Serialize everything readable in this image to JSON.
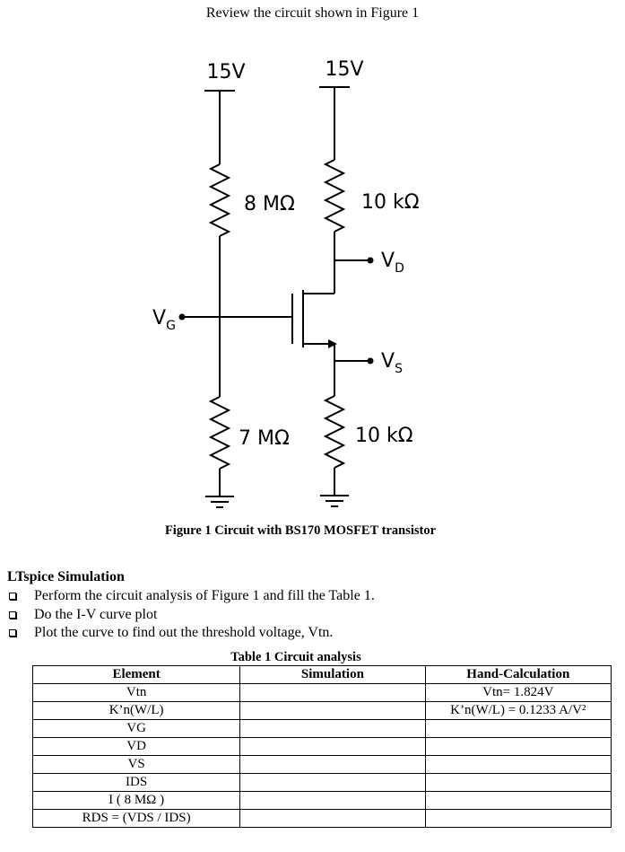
{
  "intro": "Review the circuit shown in Figure 1",
  "circuit": {
    "supply_left": "15V",
    "supply_right": "15V",
    "r1": "8 MΩ",
    "r2": "7 MΩ",
    "rd": "10 kΩ",
    "rs": "10 kΩ",
    "vg_main": "V",
    "vg_sub": "G",
    "vd_main": "V",
    "vd_sub": "D",
    "vs_main": "V",
    "vs_sub": "S"
  },
  "figure_caption": "Figure 1 Circuit with BS170 MOSFET transistor",
  "section_title": "LTspice Simulation",
  "bullets": [
    "Perform the circuit analysis of Figure 1 and fill the Table 1.",
    "Do the I-V curve plot",
    "Plot the curve to find out the threshold voltage, Vtn."
  ],
  "table_caption": "Table 1 Circuit analysis",
  "table": {
    "headers": [
      "Element",
      "Simulation",
      "Hand-Calculation"
    ],
    "rows": [
      {
        "element": "Vtn",
        "simulation": "",
        "hand": "Vtn= 1.824V"
      },
      {
        "element": "K’n(W/L)",
        "simulation": "",
        "hand": "K’n(W/L) = 0.1233 A/V²"
      },
      {
        "element": "VG",
        "simulation": "",
        "hand": ""
      },
      {
        "element": "VD",
        "simulation": "",
        "hand": ""
      },
      {
        "element": "VS",
        "simulation": "",
        "hand": ""
      },
      {
        "element": "IDS",
        "simulation": "",
        "hand": ""
      },
      {
        "element": "I ( 8 MΩ )",
        "simulation": "",
        "hand": ""
      },
      {
        "element": "RDS = (VDS / IDS)",
        "simulation": "",
        "hand": ""
      }
    ]
  }
}
